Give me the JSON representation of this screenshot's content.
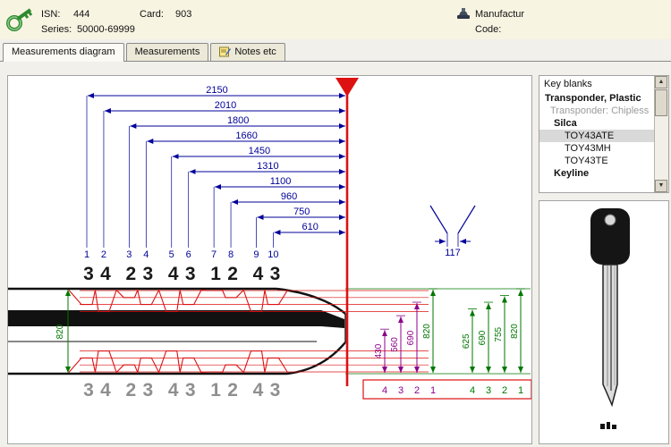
{
  "colors": {
    "dim_blue": "#000099",
    "marker_red": "#dd1111",
    "depth_green": "#007700",
    "depth_purple": "#8c008c",
    "bitting_black": "#1a1a1a",
    "bitting_grey": "#8f8f8f",
    "header_bg": "#f8f4e2"
  },
  "header": {
    "isn_label": "ISN:",
    "isn_value": "444",
    "card_label": "Card:",
    "card_value": "903",
    "series_label": "Series:",
    "series_value": "50000-69999",
    "manufacturer_label": "Manufactur",
    "manufacturer_code_label": "Code:"
  },
  "tabs": [
    {
      "label": "Measurements diagram"
    },
    {
      "label": "Measurements"
    },
    {
      "label": "Notes etc"
    }
  ],
  "diagram": {
    "spacing_dims": [
      2150,
      2010,
      1800,
      1660,
      1450,
      1310,
      1100,
      960,
      750,
      610
    ],
    "positions": [
      "1",
      "2",
      "3",
      "4",
      "5",
      "6",
      "7",
      "8",
      "9",
      "10"
    ],
    "bitting_top": [
      "3",
      "4",
      "2",
      "3",
      "4",
      "3",
      "1",
      "2",
      "4",
      "3"
    ],
    "bitting_bottom": [
      "3",
      "4",
      "2",
      "3",
      "4",
      "3",
      "1",
      "2",
      "4",
      "3"
    ],
    "blade_width_dim": "820",
    "tip_width_dim": "117",
    "depth_dims_mid": [
      {
        "value": 430,
        "color": "purple"
      },
      {
        "value": 560,
        "color": "purple"
      },
      {
        "value": 690,
        "color": "purple"
      },
      {
        "value": 820,
        "color": "green"
      }
    ],
    "depth_dims_right": [
      {
        "value": 625,
        "color": "green"
      },
      {
        "value": 690,
        "color": "green"
      },
      {
        "value": 755,
        "color": "green"
      },
      {
        "value": 820,
        "color": "green"
      }
    ],
    "depth_numbers_purple": [
      "4",
      "3",
      "2",
      "1"
    ],
    "depth_numbers_green": [
      "4",
      "3",
      "2",
      "1"
    ]
  },
  "key_blanks": {
    "title": "Key blanks",
    "items": [
      {
        "label": "Transponder, Plastic"
      },
      {
        "label": "Transponder: Chipless"
      },
      {
        "label": "Silca"
      },
      {
        "label": "TOY43ATE"
      },
      {
        "label": "TOY43MH"
      },
      {
        "label": "TOY43TE"
      },
      {
        "label": "Keyline"
      }
    ]
  },
  "scrollbar": {
    "up": "▲",
    "down": "▼"
  }
}
